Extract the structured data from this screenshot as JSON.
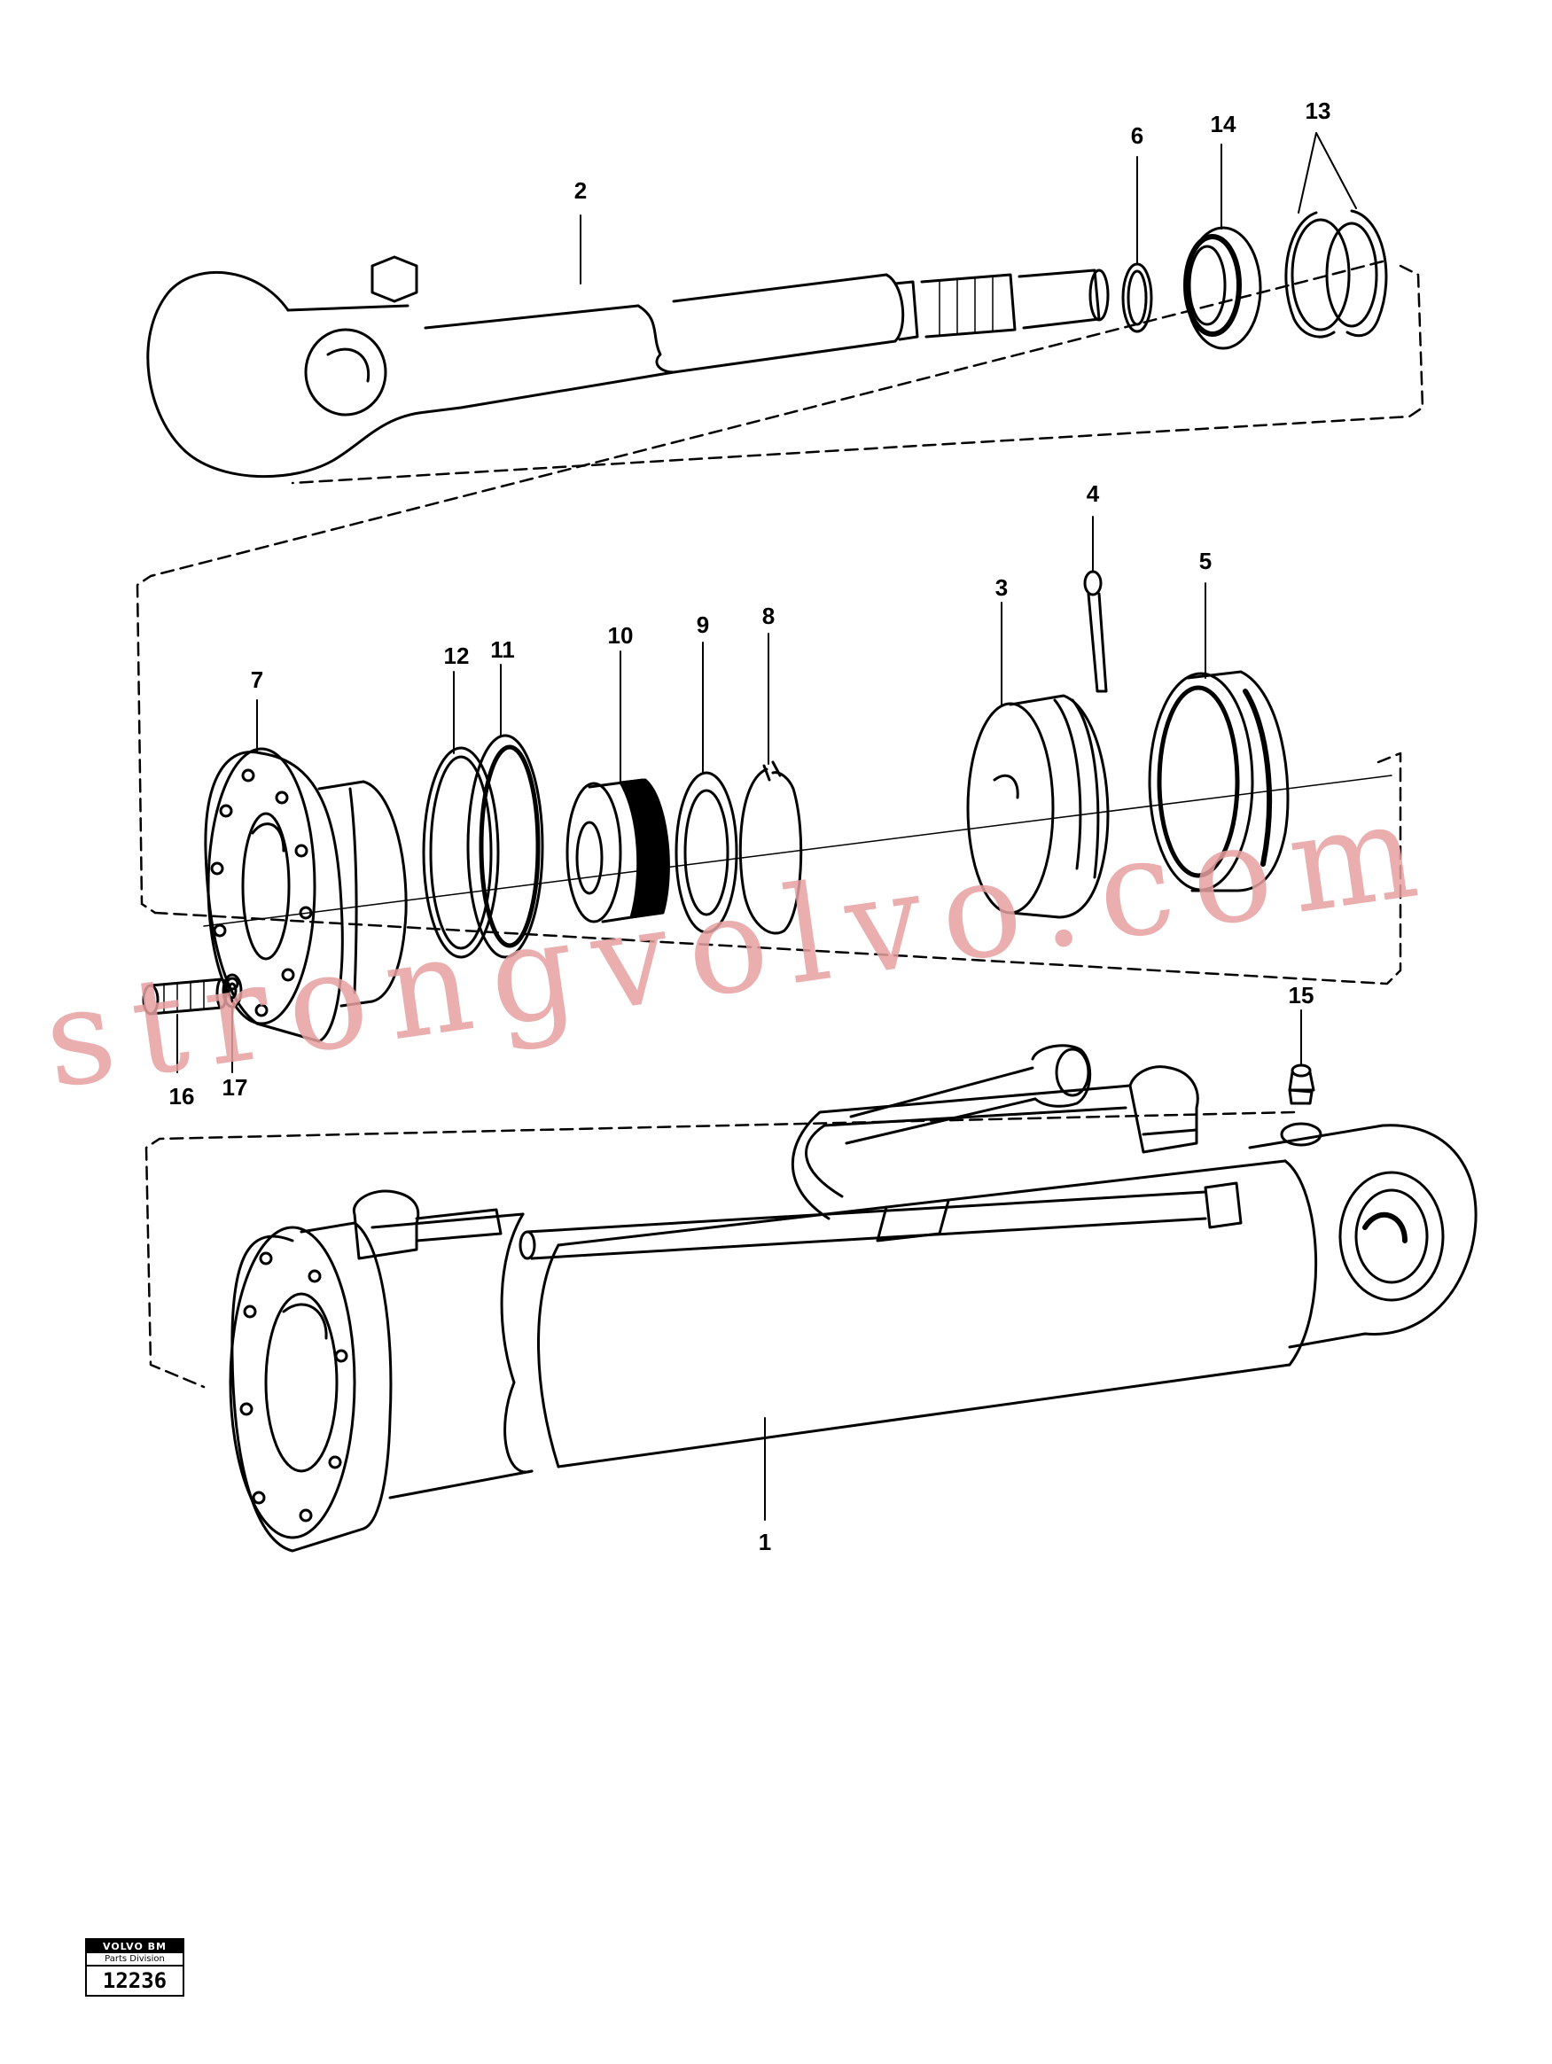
{
  "callouts": {
    "c1": "1",
    "c2": "2",
    "c3": "3",
    "c4": "4",
    "c5": "5",
    "c6": "6",
    "c7": "7",
    "c8": "8",
    "c9": "9",
    "c10": "10",
    "c11": "11",
    "c12": "12",
    "c13": "13",
    "c14": "14",
    "c15": "15",
    "c16": "16",
    "c17": "17"
  },
  "watermark": "strongvolvo.com",
  "badge": {
    "brand": "VOLVO BM",
    "division": "Parts Division",
    "number": "12236"
  },
  "colors": {
    "line": "#000000",
    "watermark": "#e8a0a0"
  }
}
